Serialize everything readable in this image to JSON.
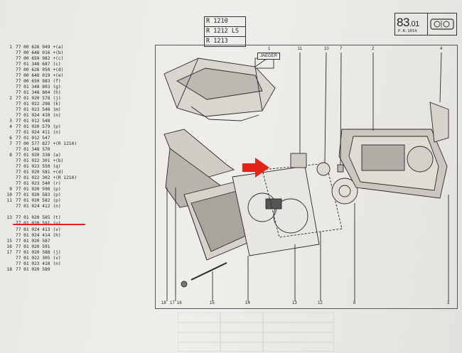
{
  "header": {
    "models": [
      "R 1210",
      "R 1212 LS",
      "R 1213"
    ],
    "page_number_main": "83",
    "page_number_sub": ".01",
    "page_reference": "P.R.1014"
  },
  "parts_list": [
    {
      "index": "1",
      "ref": "77 00 626 949",
      "note": "+(a)"
    },
    {
      "index": "",
      "ref": "77 00 648 016",
      "note": "+(b)"
    },
    {
      "index": "",
      "ref": "77 00 659 982",
      "note": "+(c)"
    },
    {
      "index": "",
      "ref": "77 01 348 687",
      "note": "(c)"
    },
    {
      "index": "",
      "ref": "77 00 626 950",
      "note": "+(d)"
    },
    {
      "index": "",
      "ref": "77 00 648 019",
      "note": "+(e)"
    },
    {
      "index": "",
      "ref": "77 00 650 983",
      "note": "(f)"
    },
    {
      "index": "",
      "ref": "77 01 348 803",
      "note": "(g)"
    },
    {
      "index": "",
      "ref": "77 01 348 804",
      "note": "(h)"
    },
    {
      "index": "2",
      "ref": "77 01 020 578",
      "note": "(j)"
    },
    {
      "index": "",
      "ref": "77 01 022 298",
      "note": "(k)"
    },
    {
      "index": "",
      "ref": "77 01 023 548",
      "note": "(m)"
    },
    {
      "index": "",
      "ref": "77 01 024 410",
      "note": "(n)"
    },
    {
      "index": "3",
      "ref": "77 01 012 548",
      "note": ""
    },
    {
      "index": "4",
      "ref": "77 01 020 579",
      "note": "(p)"
    },
    {
      "index": "",
      "ref": "77 01 024 411",
      "note": "(n)"
    },
    {
      "index": "6",
      "ref": "77 01 012 547",
      "note": ""
    },
    {
      "index": "7",
      "ref": "77 00 577 827",
      "note": "+(R 1210)"
    },
    {
      "index": "",
      "ref": "77 01 348 570",
      "note": ""
    },
    {
      "index": "8",
      "ref": "77 01 020 338",
      "note": "(a)"
    },
    {
      "index": "",
      "ref": "77 01 022 301",
      "note": "+(b)"
    },
    {
      "index": "",
      "ref": "77 01 023 550",
      "note": "(q)"
    },
    {
      "index": "",
      "ref": "77 01 020 581",
      "note": "+(d)"
    },
    {
      "index": "",
      "ref": "77 01 022 302",
      "note": "+(R 1210)"
    },
    {
      "index": "",
      "ref": "77 01 023 540",
      "note": "(r)"
    },
    {
      "index": "9",
      "ref": "77 01 020 590",
      "note": "(p)"
    },
    {
      "index": "10",
      "ref": "77 01 020 583",
      "note": "(p)"
    },
    {
      "index": "11",
      "ref": "77 01 020 582",
      "note": "(p)"
    },
    {
      "index": "",
      "ref": "77 01 024 412",
      "note": "(n)"
    },
    {
      "index": "",
      "ref": "",
      "note": ""
    },
    {
      "index": "13",
      "ref": "77 01 020 585",
      "note": "(t)"
    },
    {
      "index": "",
      "ref": "77 01 020 591",
      "note": "(u)"
    },
    {
      "index": "",
      "ref": "77 01 024 413",
      "note": "(v)"
    },
    {
      "index": "",
      "ref": "77 01 024 414",
      "note": "(h)"
    },
    {
      "index": "15",
      "ref": "77 01 020 587",
      "note": ""
    },
    {
      "index": "16",
      "ref": "77 01 020 591",
      "note": ""
    },
    {
      "index": "17",
      "ref": "77 01 020 588",
      "note": "(j)"
    },
    {
      "index": "",
      "ref": "77 01 022 305",
      "note": "(v)"
    },
    {
      "index": "",
      "ref": "77 01 023 410",
      "note": "(n)"
    },
    {
      "index": "18",
      "ref": "77 01 020 589",
      "note": ""
    }
  ],
  "diagram": {
    "top_callouts": [
      "1",
      "11",
      "10",
      "7",
      "2",
      "4"
    ],
    "bottom_callouts": [
      "18",
      "17",
      "16",
      "15",
      "14",
      "13",
      "12",
      "8",
      "3"
    ],
    "label_jaeger": "JAEGER"
  },
  "colors": {
    "highlight_red": "#e2231a",
    "ink": "#222222"
  }
}
